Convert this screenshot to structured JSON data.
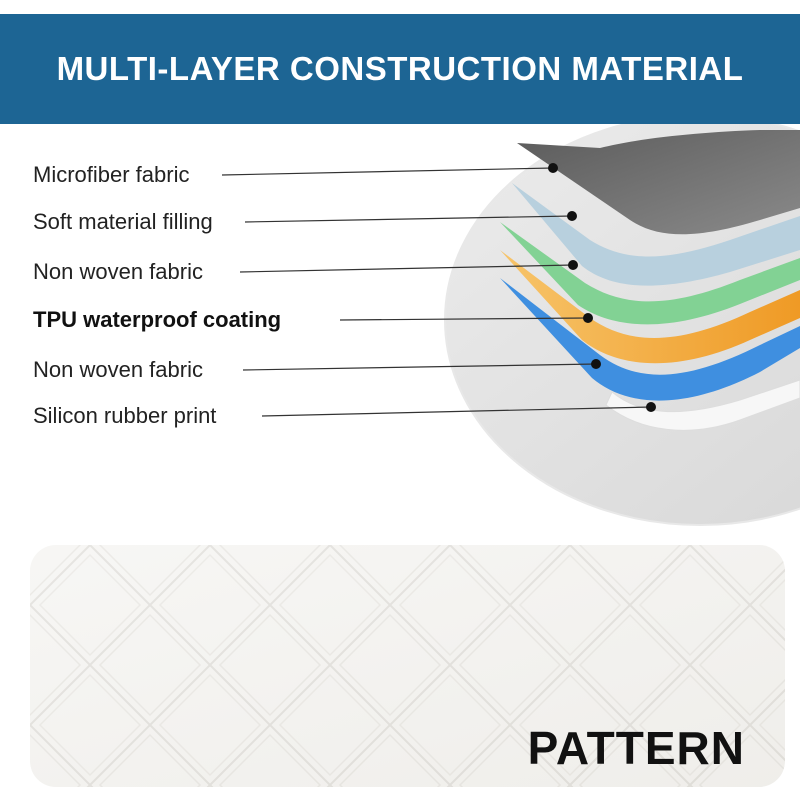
{
  "banner": {
    "title": "MULTI-LAYER CONSTRUCTION MATERIAL",
    "color": "#1d6594"
  },
  "layers": [
    {
      "label": "Microfiber fabric",
      "color": "#6f6f6f",
      "bold": false
    },
    {
      "label": "Soft material filling",
      "color": "#b7cfdd",
      "bold": false
    },
    {
      "label": "Non woven fabric",
      "color": "#7fcf8f",
      "bold": false
    },
    {
      "label": "TPU waterproof coating",
      "color": "#f3a93a",
      "bold": true
    },
    {
      "label": "Non woven fabric",
      "color": "#3e8fe0",
      "bold": false
    },
    {
      "label": "Silicon rubber print",
      "color": "#f4f4f4",
      "bold": false
    }
  ],
  "pattern": {
    "label": "PATTERN",
    "background": "#f3f2ef"
  }
}
